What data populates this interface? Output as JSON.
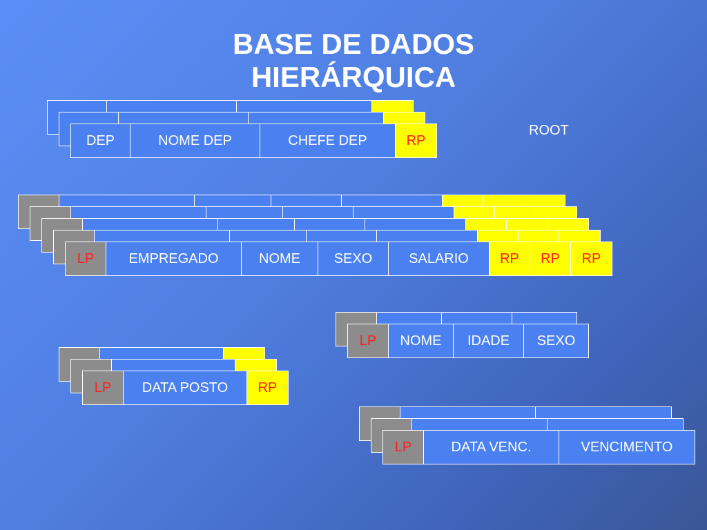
{
  "title": {
    "line1": "BASE DE DADOS",
    "line2": "HIERÁRQUICA"
  },
  "root_label": "ROOT",
  "records": {
    "departamento": {
      "fields": [
        "DEP",
        "NOME DEP",
        "CHEFE DEP"
      ],
      "pointers": [
        "RP"
      ],
      "stack_depth": 3
    },
    "empregado": {
      "pointers_left": [
        "LP"
      ],
      "fields": [
        "EMPREGADO",
        "NOME",
        "SEXO",
        "SALARIO"
      ],
      "pointers": [
        "RP",
        "RP",
        "RP"
      ],
      "stack_depth": 5
    },
    "dependente": {
      "pointers_left": [
        "LP"
      ],
      "fields": [
        "NOME",
        "IDADE",
        "SEXO"
      ],
      "stack_depth": 2
    },
    "posto": {
      "pointers_left": [
        "LP"
      ],
      "fields": [
        "DATA POSTO"
      ],
      "pointers": [
        "RP"
      ],
      "stack_depth": 3
    },
    "vencimento": {
      "pointers_left": [
        "LP"
      ],
      "fields": [
        "DATA VENC.",
        "VENCIMENTO"
      ],
      "stack_depth": 3
    }
  },
  "colors": {
    "background": "#4f7ee0",
    "field_fill": "#4a80f0",
    "left_pointer_fill": "#8c8c8c",
    "right_pointer_fill": "#ffff00",
    "pointer_text": "#ff1e1e",
    "border": "#ffffff"
  }
}
